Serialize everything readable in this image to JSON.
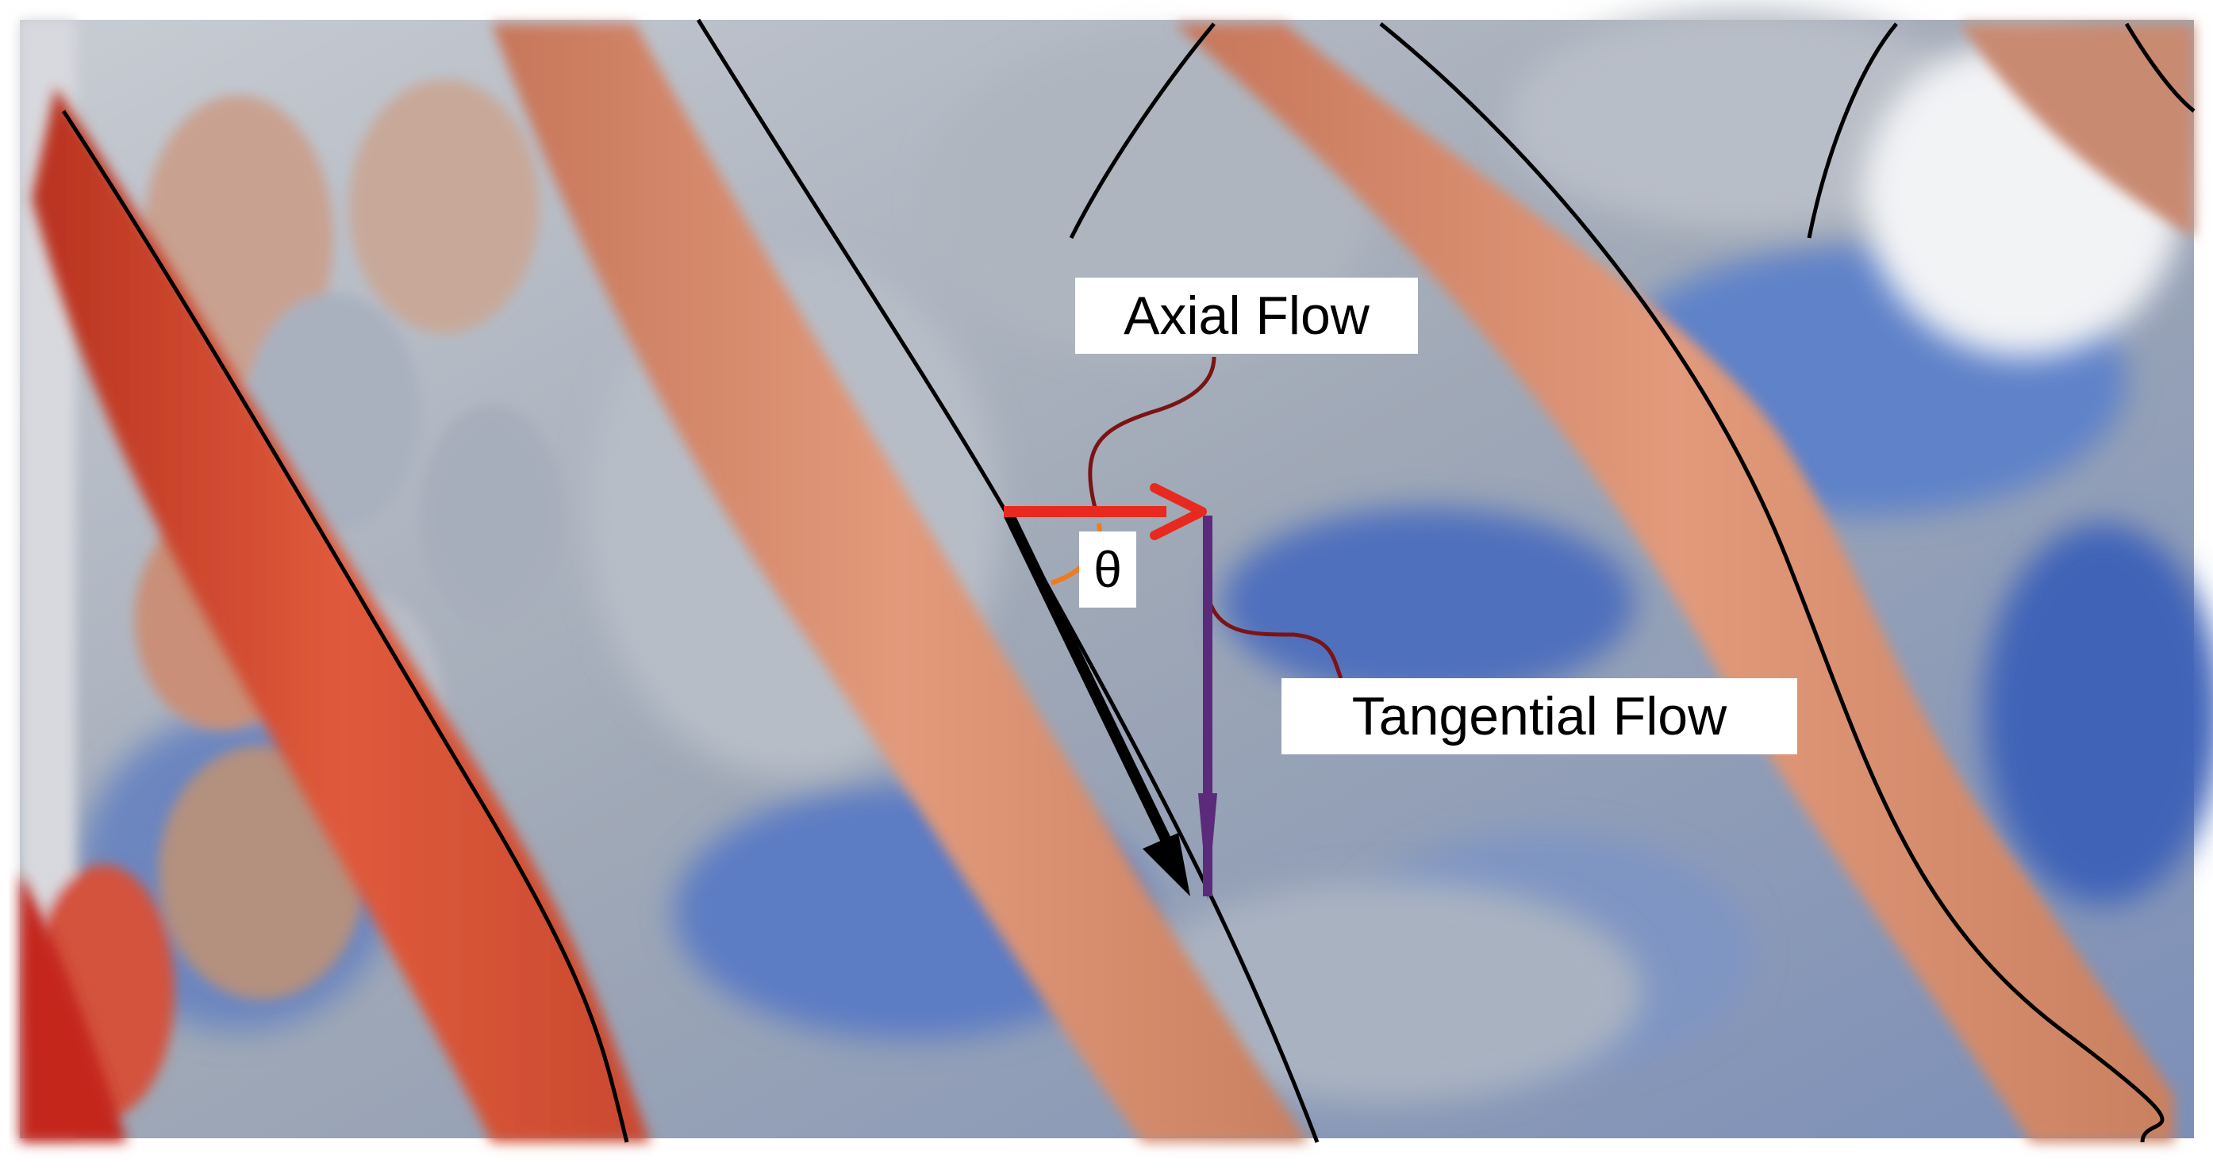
{
  "labels": {
    "axial_flow": "Axial Flow",
    "theta": "θ",
    "tangential_flow": "Tangential Flow"
  },
  "colors": {
    "background_gray": "#a9b0ba",
    "background_blue": "#5f7fc2",
    "vortex_salmon": "#d9896a",
    "vortex_red": "#d24a32",
    "streamline": "#000000",
    "axial_arrow": "#e8291f",
    "tangential_arrow": "#5b2a7a",
    "resultant_arrow": "#000000",
    "leader_line": "#7a1414",
    "angle_arc": "#f07a1e"
  }
}
